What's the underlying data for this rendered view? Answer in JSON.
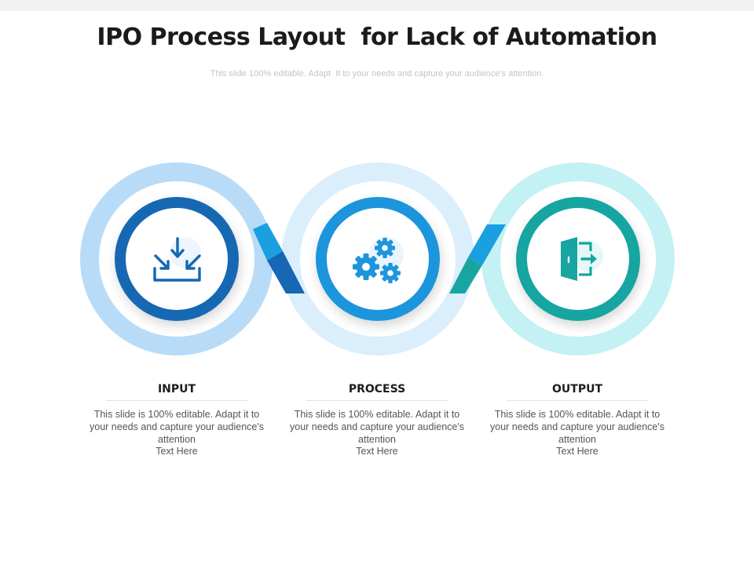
{
  "title": "IPO Process Layout  for Lack of Automation",
  "subtitle": "This slide 100% editable. Adapt  It to your needs and capture your audience’s attention.",
  "colors": {
    "input_ring": "#1467b3",
    "input_halo": "#b8dcf7",
    "process_ring": "#1e95dc",
    "process_halo": "#dbeefb",
    "output_ring": "#16a5a0",
    "output_halo": "#c4f1f3",
    "connector_dark": "#1667b4",
    "connector_light": "#1aa0e0",
    "connector_teal": "#18a5a0"
  },
  "stages": [
    {
      "label": "INPUT",
      "icon": "inbox-arrows-icon",
      "desc": "This slide is 100% editable. Adapt it to your needs and capture your audience's attention",
      "extra": "Text Here"
    },
    {
      "label": "PROCESS",
      "icon": "gears-icon",
      "desc": "This slide is 100% editable. Adapt it to your needs and capture your audience's attention",
      "extra": "Text Here"
    },
    {
      "label": "OUTPUT",
      "icon": "exit-door-icon",
      "desc": "This slide is 100% editable. Adapt it to your needs and capture your audience's attention",
      "extra": "Text Here"
    }
  ]
}
